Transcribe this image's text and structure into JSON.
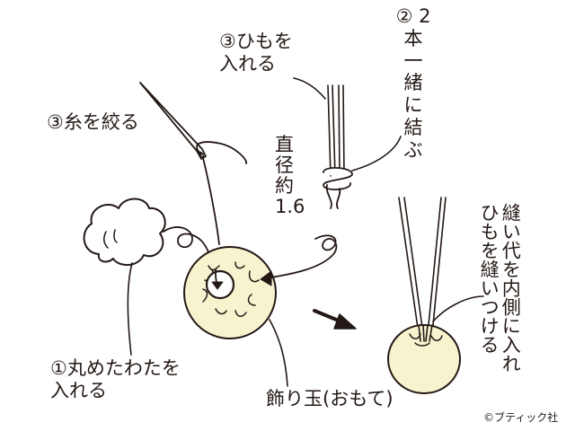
{
  "labels": {
    "tie_strings": "③ひもを\n入れる",
    "knot_two": "②\n2本一緒に\n結ぶ",
    "pull_thread": "③糸を絞る",
    "diameter": "直\n径\n約\n1.6",
    "stuff_cotton": "①丸めたわたを\n入れる",
    "bead_name": "飾り玉(おもて)",
    "seam_inside": "縫い代を内側に入れ\nひもを縫いつける",
    "copyright": "©ブティック社"
  },
  "colors": {
    "ink": "#231815",
    "bead_fill": "#f7f3cf",
    "paper": "#ffffff"
  }
}
